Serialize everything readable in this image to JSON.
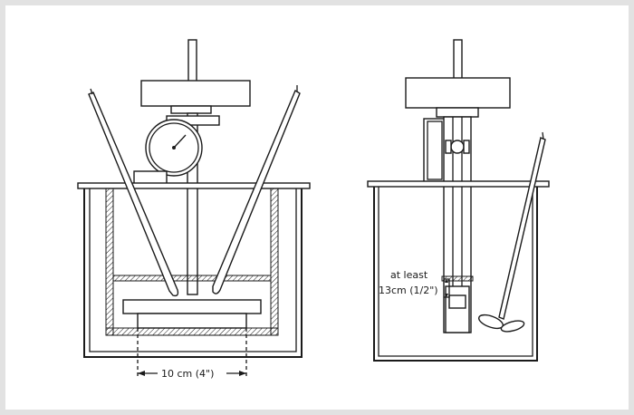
{
  "figure": {
    "labels": {
      "spacing": "10 cm (4\")",
      "min_depth_line1": "at least",
      "min_depth_line2": "13cm (1/2\")"
    }
  }
}
